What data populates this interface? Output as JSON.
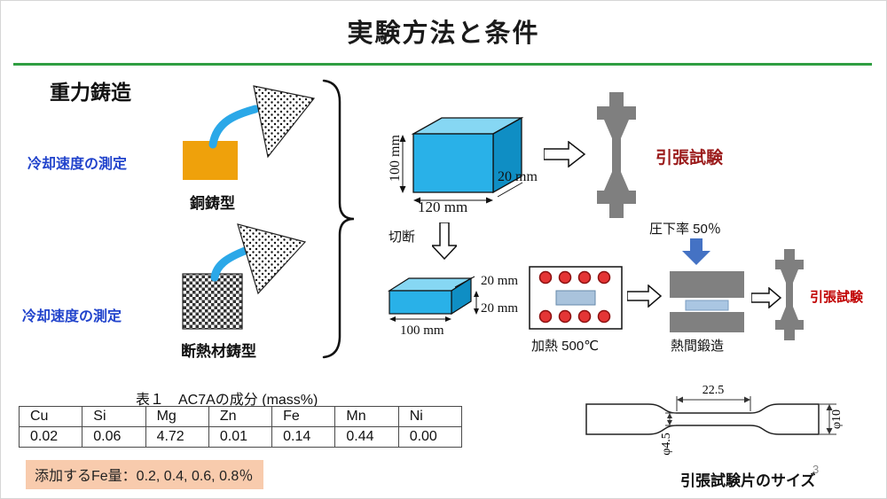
{
  "slide": {
    "title": "実験方法と条件",
    "page_number": "3"
  },
  "left": {
    "heading": "重力鋳造",
    "cooling_label_1": "冷却速度の測定",
    "mold_label_1": "銅鋳型",
    "cooling_label_2": "冷却速度の測定",
    "mold_label_2": "断熱材鋳型"
  },
  "process": {
    "dim_height": "100 mm",
    "dim_width": "120 mm",
    "dim_depth": "20 mm",
    "tensile_label_top": "引張試験",
    "cut_label": "切断",
    "bar_dim_depth": "20 mm",
    "bar_dim_height": "20 mm",
    "bar_dim_length": "100 mm",
    "heating_label": "加熱 500℃",
    "reduction_label": "圧下率 50％",
    "forging_label": "熱間鍛造",
    "tensile_label_right": "引張試験"
  },
  "table": {
    "caption": "表１　AC7Aの成分 (mass%)",
    "headers": [
      "Cu",
      "Si",
      "Mg",
      "Zn",
      "Fe",
      "Mn",
      "Ni"
    ],
    "values": [
      "0.02",
      "0.06",
      "4.72",
      "0.01",
      "0.14",
      "0.44",
      "0.00"
    ]
  },
  "note": {
    "fe_addition": "添加するFe量：0.2,  0.4,  0.6,  0.8％"
  },
  "specimen_drawing": {
    "dim_length": "22.5",
    "dim_grip": "φ10",
    "dim_gauge": "φ4.5",
    "caption": "引張試験片のサイズ"
  },
  "colors": {
    "divider_green": "#2f9e41",
    "cooling_text_blue": "#2244cc",
    "tensile_text_dark_red": "#9b1c1c",
    "tensile_text_red": "#c00000",
    "melt_stream_blue": "#2ba8e8",
    "copper_mold_orange": "#efa10b",
    "ingot_blue_front": "#29b1e8",
    "ingot_blue_top": "#86d7f3",
    "ingot_blue_side": "#0f8ec4",
    "press_gray": "#808080",
    "heater_red": "#e43535",
    "specimen_blue": "#aac6e2",
    "press_arrow_blue": "#4472c4",
    "fe_note_bg": "#f8cbad"
  }
}
